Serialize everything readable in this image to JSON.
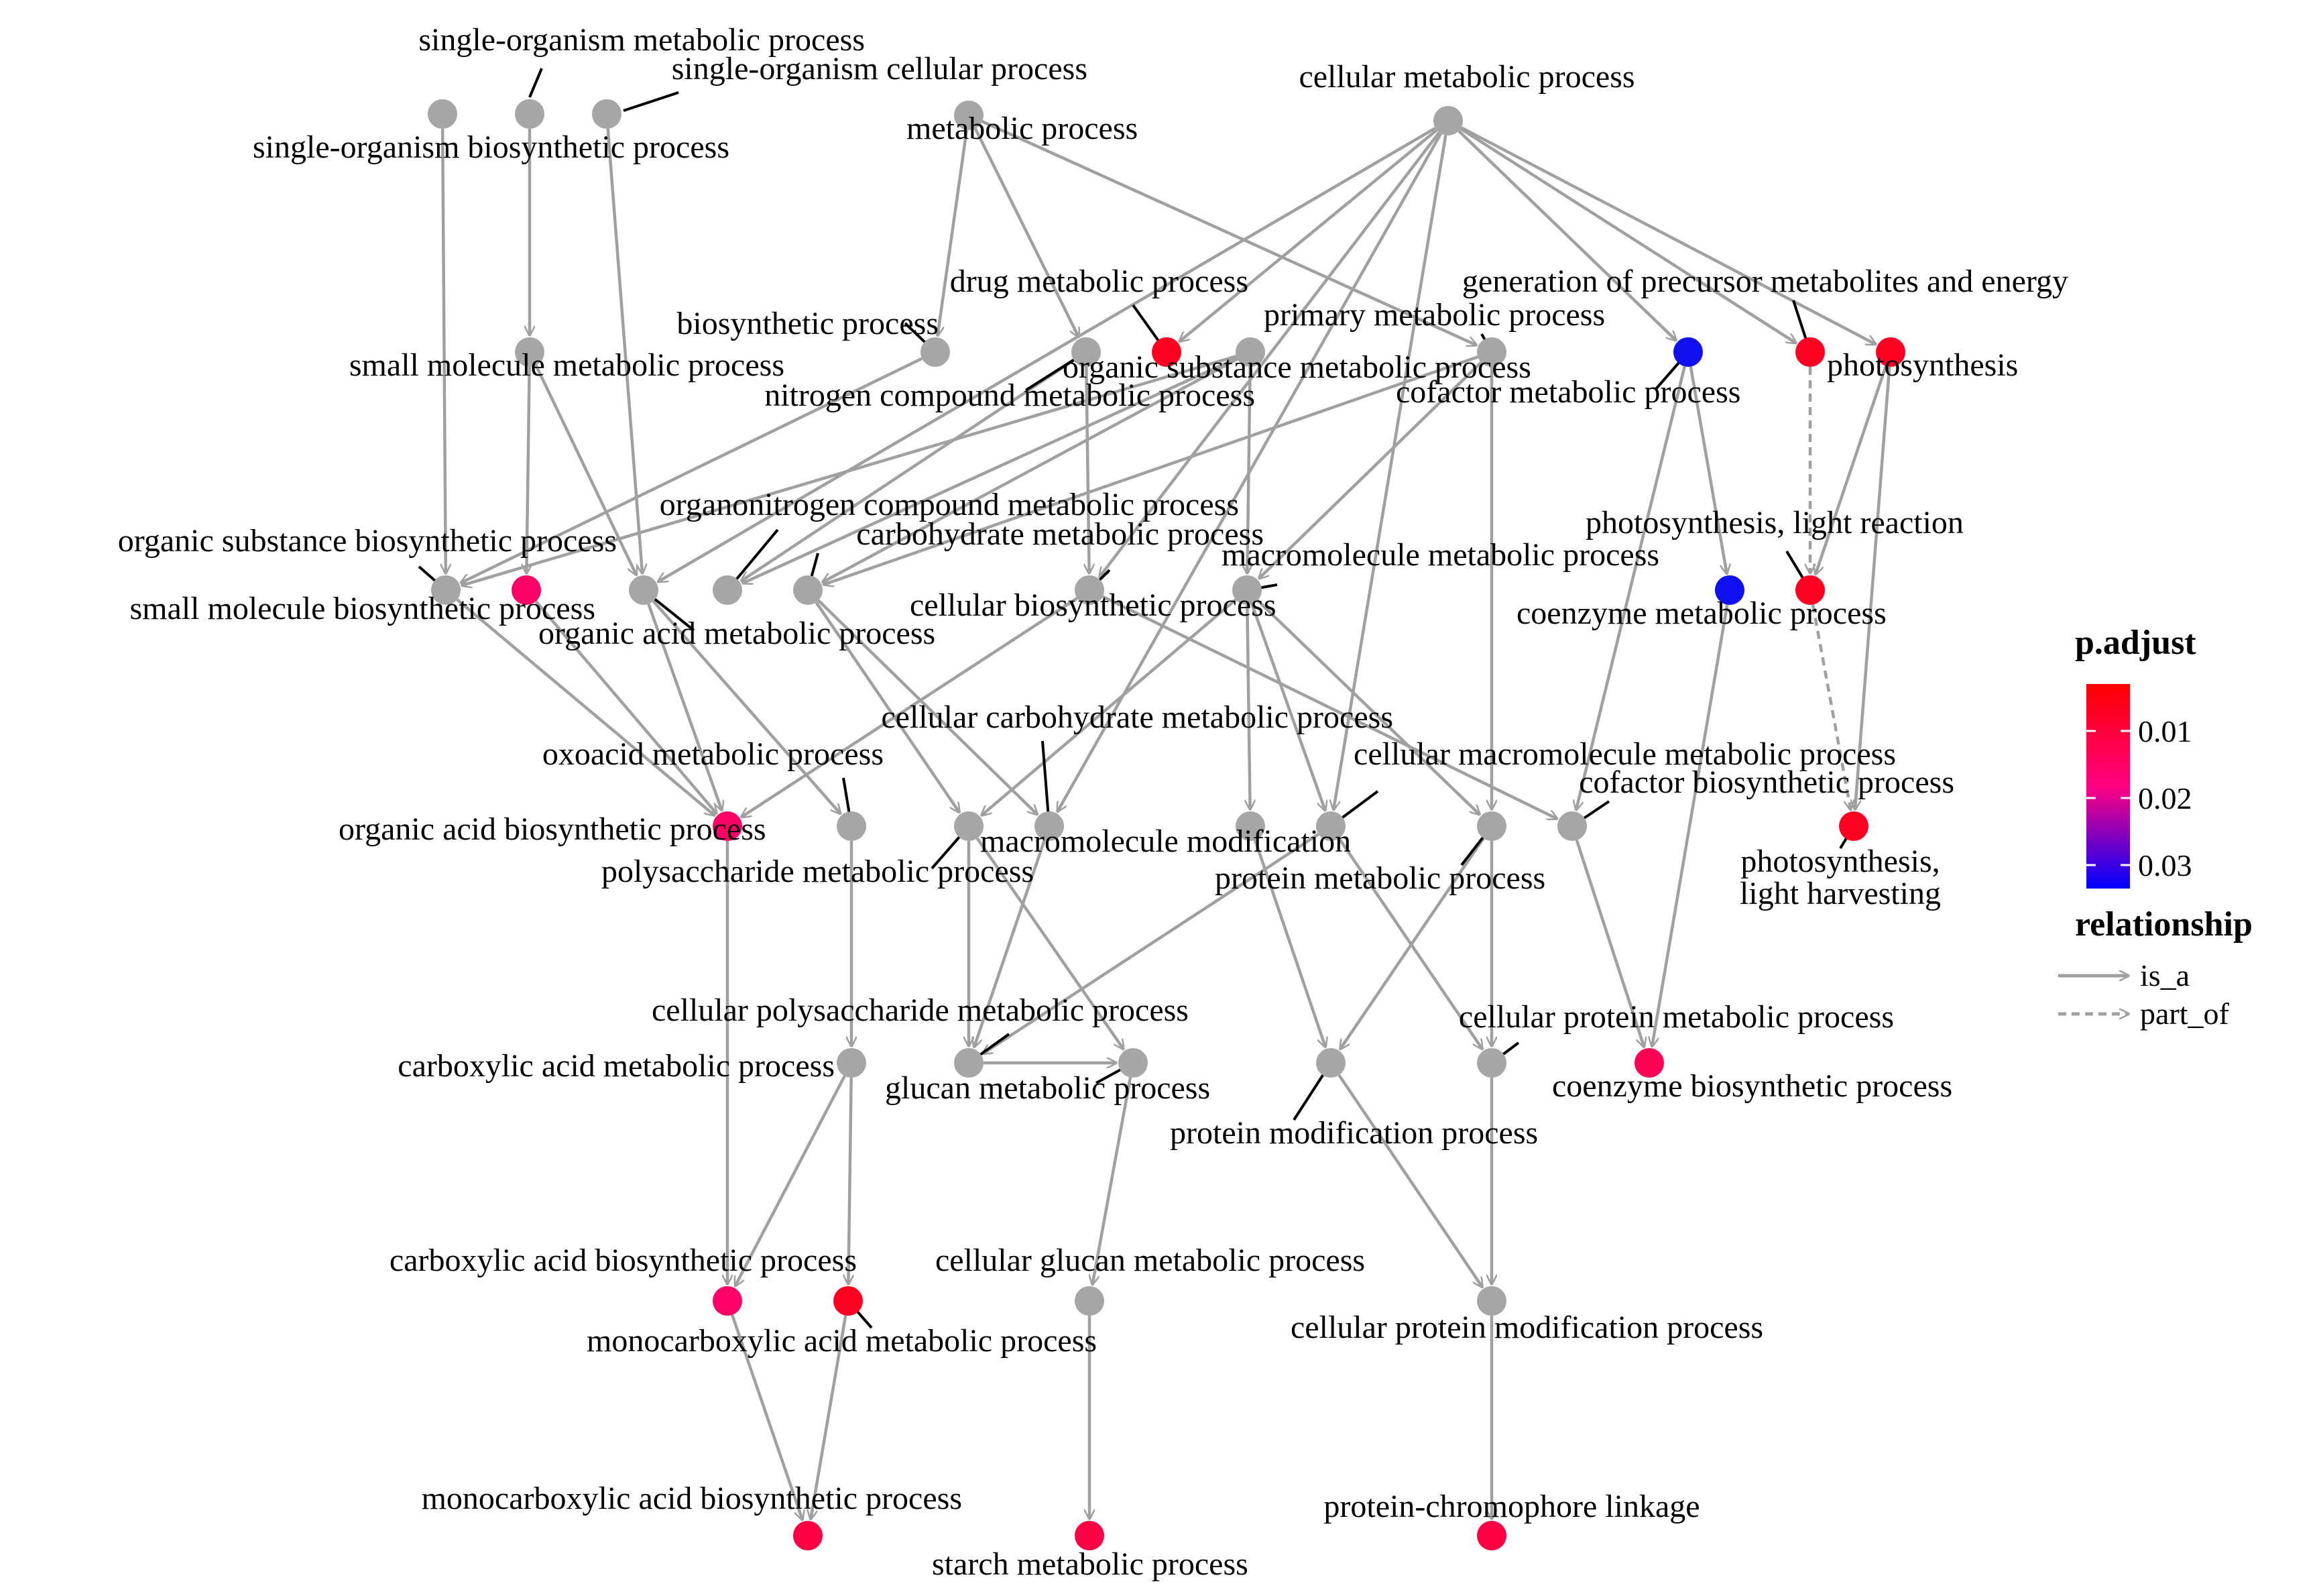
{
  "colors": {
    "edge": "#a0a0a0",
    "leader": "#000000",
    "gray_node": "#a6a6a6",
    "scale_low": "#ff0000",
    "scale_mid": "#ff0080",
    "scale_high": "#0000ff"
  },
  "nodes": [
    {
      "id": "single_organism_biosynthetic",
      "label": "single-organism biosynthetic process",
      "color": "#a6a6a6"
    },
    {
      "id": "single_organism_metabolic",
      "label": "single-organism metabolic process",
      "color": "#a6a6a6"
    },
    {
      "id": "single_organism_cellular",
      "label": "single-organism cellular process",
      "color": "#a6a6a6"
    },
    {
      "id": "metabolic",
      "label": "metabolic process",
      "color": "#a6a6a6"
    },
    {
      "id": "cellular_metabolic",
      "label": "cellular metabolic process",
      "color": "#a6a6a6"
    },
    {
      "id": "small_molecule_metabolic",
      "label": "small molecule metabolic process",
      "color": "#a6a6a6"
    },
    {
      "id": "biosynthetic",
      "label": "biosynthetic process",
      "color": "#a6a6a6"
    },
    {
      "id": "nitrogen_compound_metabolic",
      "label": "nitrogen compound metabolic process",
      "color": "#a6a6a6"
    },
    {
      "id": "drug_metabolic",
      "label": "drug metabolic process",
      "color": "#ff0022"
    },
    {
      "id": "organic_substance_metabolic",
      "label": "organic substance metabolic process",
      "color": "#a6a6a6"
    },
    {
      "id": "primary_metabolic",
      "label": "primary metabolic process",
      "color": "#a6a6a6"
    },
    {
      "id": "cofactor_metabolic",
      "label": "cofactor metabolic process",
      "color": "#1010ee"
    },
    {
      "id": "generation_precursor",
      "label": "generation of precursor metabolites and energy",
      "color": "#ff0022"
    },
    {
      "id": "photosynthesis",
      "label": "photosynthesis",
      "color": "#ff0022"
    },
    {
      "id": "organic_substance_biosynthetic",
      "label": "organic substance biosynthetic process",
      "color": "#a6a6a6"
    },
    {
      "id": "small_molecule_biosynthetic",
      "label": "small molecule biosynthetic process",
      "color": "#ff0066"
    },
    {
      "id": "organic_acid_metabolic",
      "label": "organic acid metabolic process",
      "color": "#a6a6a6"
    },
    {
      "id": "organonitrogen_compound_metabolic",
      "label": "organonitrogen compound metabolic process",
      "color": "#a6a6a6"
    },
    {
      "id": "carbohydrate_metabolic",
      "label": "carbohydrate metabolic process",
      "color": "#a6a6a6"
    },
    {
      "id": "cellular_biosynthetic",
      "label": "cellular biosynthetic process",
      "color": "#a6a6a6"
    },
    {
      "id": "macromolecule_metabolic",
      "label": "macromolecule metabolic process",
      "color": "#a6a6a6"
    },
    {
      "id": "coenzyme_metabolic",
      "label": "coenzyme metabolic process",
      "color": "#1010ee"
    },
    {
      "id": "photosynthesis_light_reaction",
      "label": "photosynthesis, light reaction",
      "color": "#ff0022"
    },
    {
      "id": "organic_acid_biosynthetic",
      "label": "organic acid biosynthetic process",
      "color": "#ff0066"
    },
    {
      "id": "oxoacid_metabolic",
      "label": "oxoacid metabolic process",
      "color": "#a6a6a6"
    },
    {
      "id": "polysaccharide_metabolic",
      "label": "polysaccharide metabolic process",
      "color": "#a6a6a6"
    },
    {
      "id": "cellular_carbohydrate_metabolic",
      "label": "cellular carbohydrate metabolic process",
      "color": "#a6a6a6"
    },
    {
      "id": "macromolecule_modification",
      "label": "macromolecule modification",
      "color": "#a6a6a6"
    },
    {
      "id": "cellular_macromolecule_metabolic",
      "label": "cellular macromolecule metabolic process",
      "color": "#a6a6a6"
    },
    {
      "id": "protein_metabolic",
      "label": "protein metabolic process",
      "color": "#a6a6a6"
    },
    {
      "id": "cofactor_biosynthetic",
      "label": "cofactor biosynthetic process",
      "color": "#a6a6a6"
    },
    {
      "id": "photosynthesis_light_harvesting",
      "label_lines": [
        "photosynthesis,",
        "light harvesting"
      ],
      "color": "#ff0022"
    },
    {
      "id": "carboxylic_acid_metabolic",
      "label": "carboxylic acid metabolic process",
      "color": "#a6a6a6"
    },
    {
      "id": "cellular_polysaccharide_metabolic",
      "label": "cellular polysaccharide metabolic process",
      "color": "#a6a6a6"
    },
    {
      "id": "glucan_metabolic",
      "label": "glucan metabolic process",
      "color": "#a6a6a6"
    },
    {
      "id": "protein_modification",
      "label": "protein modification process",
      "color": "#a6a6a6"
    },
    {
      "id": "cellular_protein_metabolic",
      "label": "cellular protein metabolic process",
      "color": "#a6a6a6"
    },
    {
      "id": "coenzyme_biosynthetic",
      "label": "coenzyme biosynthetic process",
      "color": "#ff0055"
    },
    {
      "id": "carboxylic_acid_biosynthetic",
      "label": "carboxylic acid biosynthetic process",
      "color": "#ff0066"
    },
    {
      "id": "monocarboxylic_acid_metabolic",
      "label": "monocarboxylic acid metabolic process",
      "color": "#ff0022"
    },
    {
      "id": "cellular_glucan_metabolic",
      "label": "cellular glucan metabolic process",
      "color": "#a6a6a6"
    },
    {
      "id": "cellular_protein_modification",
      "label": "cellular protein modification process",
      "color": "#a6a6a6"
    },
    {
      "id": "monocarboxylic_acid_biosynthetic",
      "label": "monocarboxylic acid biosynthetic process",
      "color": "#ff0044"
    },
    {
      "id": "starch_metabolic",
      "label": "starch metabolic process",
      "color": "#ff0044"
    },
    {
      "id": "protein_chromophore_linkage",
      "label": "protein-chromophore linkage",
      "color": "#ff0044"
    }
  ],
  "edges": [
    {
      "from": "single_organism_biosynthetic",
      "to": "organic_substance_biosynthetic",
      "type": "is_a"
    },
    {
      "from": "single_organism_metabolic",
      "to": "small_molecule_metabolic",
      "type": "is_a"
    },
    {
      "from": "single_organism_cellular",
      "to": "organic_acid_metabolic",
      "type": "is_a"
    },
    {
      "from": "metabolic",
      "to": "nitrogen_compound_metabolic",
      "type": "is_a"
    },
    {
      "from": "metabolic",
      "to": "biosynthetic",
      "type": "is_a"
    },
    {
      "from": "metabolic",
      "to": "primary_metabolic",
      "type": "is_a"
    },
    {
      "from": "cellular_metabolic",
      "to": "drug_metabolic",
      "type": "is_a"
    },
    {
      "from": "cellular_metabolic",
      "to": "cofactor_metabolic",
      "type": "is_a"
    },
    {
      "from": "cellular_metabolic",
      "to": "generation_precursor",
      "type": "is_a"
    },
    {
      "from": "cellular_metabolic",
      "to": "photosynthesis",
      "type": "is_a"
    },
    {
      "from": "cellular_metabolic",
      "to": "organic_acid_metabolic",
      "type": "is_a"
    },
    {
      "from": "cellular_metabolic",
      "to": "cellular_biosynthetic",
      "type": "is_a"
    },
    {
      "from": "cellular_metabolic",
      "to": "cellular_carbohydrate_metabolic",
      "type": "is_a"
    },
    {
      "from": "cellular_metabolic",
      "to": "cellular_macromolecule_metabolic",
      "type": "is_a"
    },
    {
      "from": "small_molecule_metabolic",
      "to": "small_molecule_biosynthetic",
      "type": "is_a"
    },
    {
      "from": "small_molecule_metabolic",
      "to": "organic_acid_metabolic",
      "type": "is_a"
    },
    {
      "from": "biosynthetic",
      "to": "organic_substance_biosynthetic",
      "type": "is_a"
    },
    {
      "from": "nitrogen_compound_metabolic",
      "to": "organonitrogen_compound_metabolic",
      "type": "is_a"
    },
    {
      "from": "nitrogen_compound_metabolic",
      "to": "cellular_biosynthetic",
      "type": "is_a"
    },
    {
      "from": "organic_substance_metabolic",
      "to": "organic_substance_biosynthetic",
      "type": "is_a"
    },
    {
      "from": "organic_substance_metabolic",
      "to": "organonitrogen_compound_metabolic",
      "type": "is_a"
    },
    {
      "from": "organic_substance_metabolic",
      "to": "carbohydrate_metabolic",
      "type": "is_a"
    },
    {
      "from": "organic_substance_metabolic",
      "to": "macromolecule_metabolic",
      "type": "is_a"
    },
    {
      "from": "primary_metabolic",
      "to": "carbohydrate_metabolic",
      "type": "is_a"
    },
    {
      "from": "primary_metabolic",
      "to": "protein_metabolic",
      "type": "is_a"
    },
    {
      "from": "primary_metabolic",
      "to": "macromolecule_metabolic",
      "type": "is_a"
    },
    {
      "from": "cofactor_metabolic",
      "to": "coenzyme_metabolic",
      "type": "is_a"
    },
    {
      "from": "cofactor_metabolic",
      "to": "cofactor_biosynthetic",
      "type": "is_a"
    },
    {
      "from": "generation_precursor",
      "to": "photosynthesis_light_reaction",
      "type": "part_of"
    },
    {
      "from": "photosynthesis",
      "to": "photosynthesis_light_reaction",
      "type": "is_a"
    },
    {
      "from": "photosynthesis",
      "to": "photosynthesis_light_harvesting",
      "type": "is_a"
    },
    {
      "from": "photosynthesis_light_reaction",
      "to": "photosynthesis_light_harvesting",
      "type": "part_of"
    },
    {
      "from": "organic_substance_biosynthetic",
      "to": "organic_acid_biosynthetic",
      "type": "is_a"
    },
    {
      "from": "small_molecule_biosynthetic",
      "to": "organic_acid_biosynthetic",
      "type": "is_a"
    },
    {
      "from": "organic_acid_metabolic",
      "to": "oxoacid_metabolic",
      "type": "is_a"
    },
    {
      "from": "organic_acid_metabolic",
      "to": "organic_acid_biosynthetic",
      "type": "is_a"
    },
    {
      "from": "carbohydrate_metabolic",
      "to": "polysaccharide_metabolic",
      "type": "is_a"
    },
    {
      "from": "carbohydrate_metabolic",
      "to": "cellular_carbohydrate_metabolic",
      "type": "is_a"
    },
    {
      "from": "cellular_biosynthetic",
      "to": "organic_acid_biosynthetic",
      "type": "is_a"
    },
    {
      "from": "cellular_biosynthetic",
      "to": "cofactor_biosynthetic",
      "type": "is_a"
    },
    {
      "from": "macromolecule_metabolic",
      "to": "macromolecule_modification",
      "type": "is_a"
    },
    {
      "from": "macromolecule_metabolic",
      "to": "protein_metabolic",
      "type": "is_a"
    },
    {
      "from": "macromolecule_metabolic",
      "to": "polysaccharide_metabolic",
      "type": "is_a"
    },
    {
      "from": "macromolecule_metabolic",
      "to": "cellular_macromolecule_metabolic",
      "type": "is_a"
    },
    {
      "from": "coenzyme_metabolic",
      "to": "coenzyme_biosynthetic",
      "type": "is_a"
    },
    {
      "from": "oxoacid_metabolic",
      "to": "carboxylic_acid_metabolic",
      "type": "is_a"
    },
    {
      "from": "organic_acid_biosynthetic",
      "to": "carboxylic_acid_biosynthetic",
      "type": "is_a"
    },
    {
      "from": "polysaccharide_metabolic",
      "to": "cellular_polysaccharide_metabolic",
      "type": "is_a"
    },
    {
      "from": "polysaccharide_metabolic",
      "to": "glucan_metabolic",
      "type": "is_a"
    },
    {
      "from": "cellular_carbohydrate_metabolic",
      "to": "cellular_polysaccharide_metabolic",
      "type": "is_a"
    },
    {
      "from": "macromolecule_modification",
      "to": "protein_modification",
      "type": "is_a"
    },
    {
      "from": "cellular_macromolecule_metabolic",
      "to": "cellular_protein_metabolic",
      "type": "is_a"
    },
    {
      "from": "cellular_macromolecule_metabolic",
      "to": "cellular_polysaccharide_metabolic",
      "type": "is_a"
    },
    {
      "from": "protein_metabolic",
      "to": "cellular_protein_metabolic",
      "type": "is_a"
    },
    {
      "from": "protein_metabolic",
      "to": "protein_modification",
      "type": "is_a"
    },
    {
      "from": "cofactor_biosynthetic",
      "to": "coenzyme_biosynthetic",
      "type": "is_a"
    },
    {
      "from": "carboxylic_acid_metabolic",
      "to": "carboxylic_acid_biosynthetic",
      "type": "is_a"
    },
    {
      "from": "carboxylic_acid_metabolic",
      "to": "monocarboxylic_acid_metabolic",
      "type": "is_a"
    },
    {
      "from": "cellular_polysaccharide_metabolic",
      "to": "glucan_metabolic",
      "type": "is_a"
    },
    {
      "from": "glucan_metabolic",
      "to": "cellular_glucan_metabolic",
      "type": "is_a"
    },
    {
      "from": "protein_modification",
      "to": "cellular_protein_modification",
      "type": "is_a"
    },
    {
      "from": "cellular_protein_metabolic",
      "to": "cellular_protein_modification",
      "type": "is_a"
    },
    {
      "from": "carboxylic_acid_biosynthetic",
      "to": "monocarboxylic_acid_biosynthetic",
      "type": "is_a"
    },
    {
      "from": "monocarboxylic_acid_metabolic",
      "to": "monocarboxylic_acid_biosynthetic",
      "type": "is_a"
    },
    {
      "from": "cellular_glucan_metabolic",
      "to": "starch_metabolic",
      "type": "is_a"
    },
    {
      "from": "cellular_protein_modification",
      "to": "protein_chromophore_linkage",
      "type": "is_a"
    }
  ],
  "legend": {
    "color_title": "p.adjust",
    "ticks": [
      {
        "value": 0.01,
        "label": "0.01"
      },
      {
        "value": 0.02,
        "label": "0.02"
      },
      {
        "value": 0.03,
        "label": "0.03"
      }
    ],
    "relationship_title": "relationship",
    "relationship_items": [
      {
        "label": "is_a",
        "style": "solid"
      },
      {
        "label": "part_of",
        "style": "dashed"
      }
    ]
  }
}
